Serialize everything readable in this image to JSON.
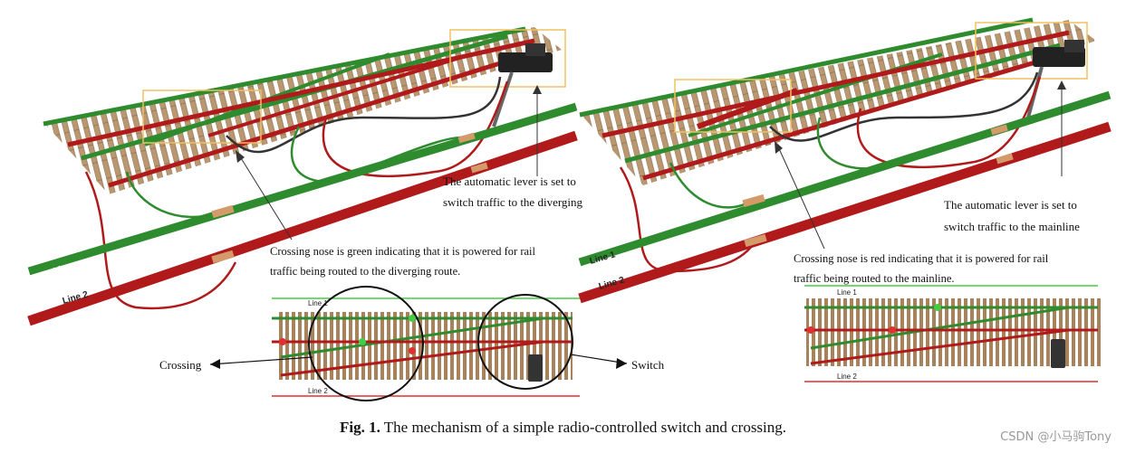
{
  "left_panel": {
    "lever_note": [
      "The automatic lever is set to",
      "switch traffic to the diverging"
    ],
    "crossing_note": [
      "Crossing nose is green indicating that it is powered for rail",
      "traffic being routed to the diverging route."
    ],
    "line1": "Line 1",
    "line2": "Line 2",
    "inset_line1": "Line 1",
    "inset_line2": "Line 2",
    "crossing_label": "Crossing",
    "switch_label": "Switch"
  },
  "right_panel": {
    "lever_note": [
      "The automatic lever is set to",
      "switch traffic to the mainline"
    ],
    "crossing_note": [
      "Crossing nose is red indicating that it is powered for rail",
      "traffic being routed to the mainline."
    ],
    "line1": "Line 1",
    "line2": "Line 2",
    "inset_line1": "Line 1",
    "inset_line2": "Line 2"
  },
  "caption": {
    "prefix": "Fig. 1.",
    "text": "The mechanism of a simple radio-controlled switch and crossing."
  },
  "watermark": "CSDN @小马驹Tony",
  "colors": {
    "green": "#2e8b2e",
    "red": "#b01a1a",
    "tie": "#b5926a",
    "highlight_box": "#f0c060"
  }
}
